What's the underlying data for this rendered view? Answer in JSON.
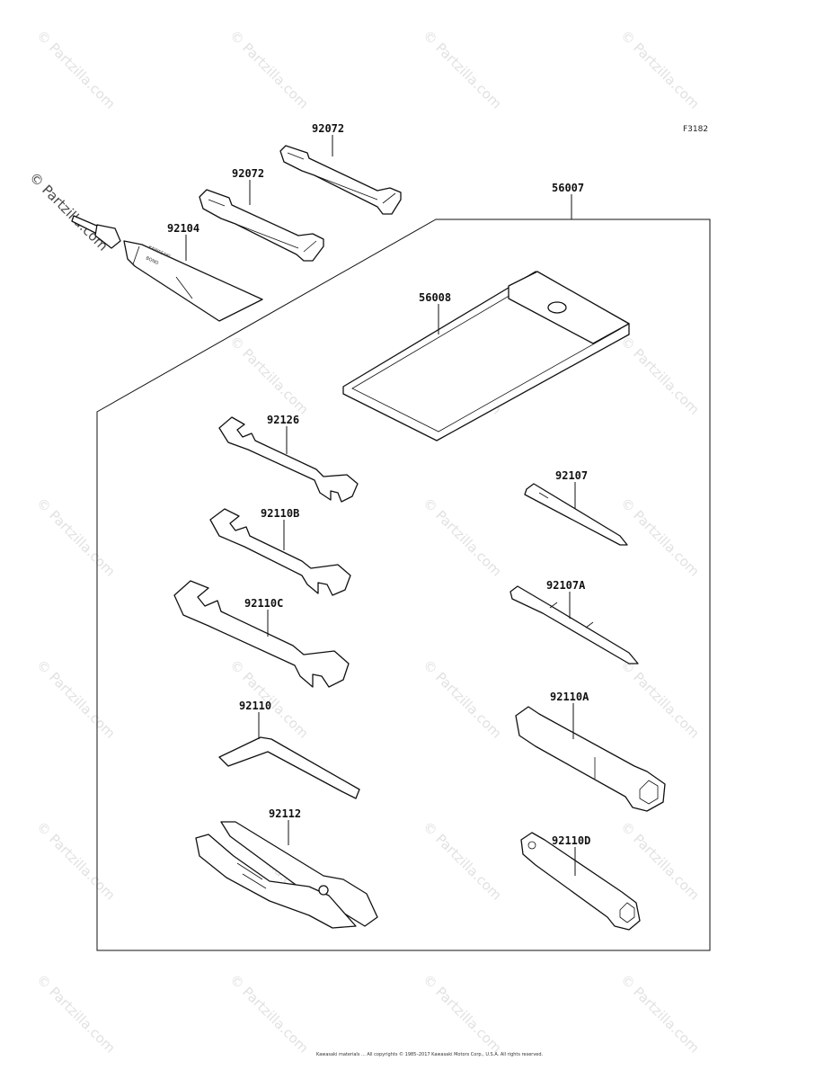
{
  "figure_code": "F3182",
  "parts": [
    {
      "id": "92072a",
      "number": "92072"
    },
    {
      "id": "92072b",
      "number": "92072"
    },
    {
      "id": "92104",
      "number": "92104"
    },
    {
      "id": "56007",
      "number": "56007"
    },
    {
      "id": "56008",
      "number": "56008"
    },
    {
      "id": "92126",
      "number": "92126"
    },
    {
      "id": "92110B",
      "number": "92110B"
    },
    {
      "id": "92110C",
      "number": "92110C"
    },
    {
      "id": "92110",
      "number": "92110"
    },
    {
      "id": "92112",
      "number": "92112"
    },
    {
      "id": "92107",
      "number": "92107"
    },
    {
      "id": "92107A",
      "number": "92107A"
    },
    {
      "id": "92110A",
      "number": "92110A"
    },
    {
      "id": "92110D",
      "number": "92110D"
    }
  ],
  "tube_print": [
    "KAWASAKI",
    "BOND"
  ],
  "watermark": "© Partzilla.com",
  "copyright": "Kawasaki materials ... All copyrights © 1985–2017 Kawasaki Motors Corp., U.S.A. All rights reserved."
}
